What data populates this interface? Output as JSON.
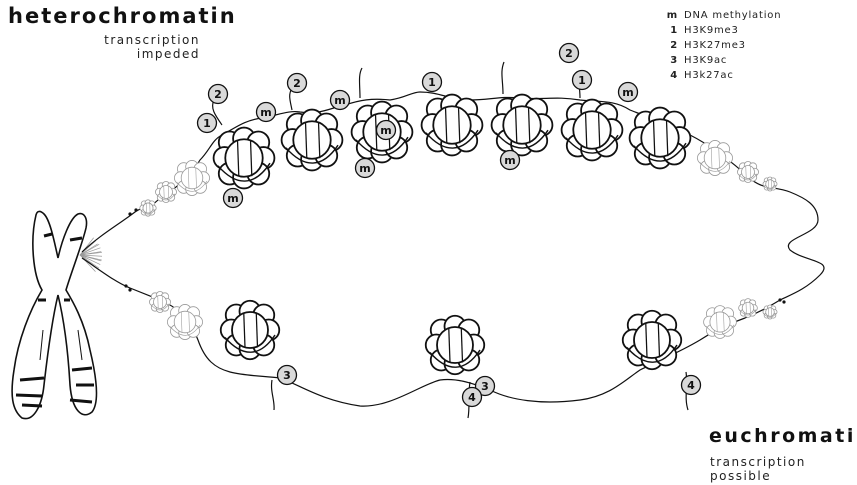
{
  "heterochromatin": {
    "title": "heterochromatin",
    "subtitle_line1": "transcription",
    "subtitle_line2": "impeded"
  },
  "euchromatin": {
    "title": "euchromatin",
    "subtitle_line1": "transcription",
    "subtitle_line2": "possible"
  },
  "legend": [
    {
      "key": "m",
      "label": "DNA methylation"
    },
    {
      "key": "1",
      "label": "H3K9me3"
    },
    {
      "key": "2",
      "label": "H3K27me3"
    },
    {
      "key": "3",
      "label": "H3K9ac"
    },
    {
      "key": "4",
      "label": "H3k27ac"
    }
  ],
  "colors": {
    "line": "#111111",
    "marker_fill": "#d9d9d9",
    "faded": "#999999"
  }
}
